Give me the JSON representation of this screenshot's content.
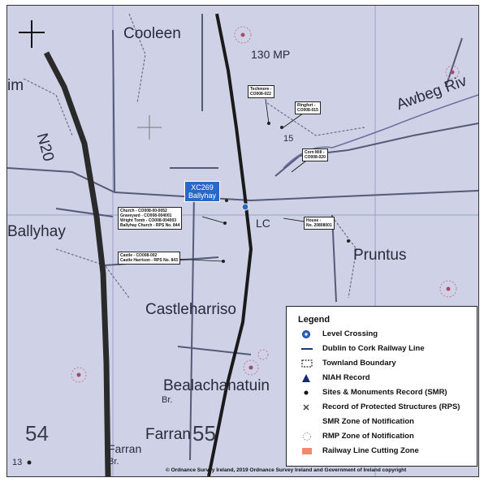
{
  "places": {
    "cooleen": "Cooleen",
    "mp130": "130 MP",
    "awbeg": "Awbeg Riv",
    "im": "im",
    "n20": "N20",
    "ballyhay": "Ballyhay",
    "pruntus": "Pruntus",
    "castleharrison": "Castleharriso",
    "bealachanatuin": "Bealachanatuin",
    "br1": "Br.",
    "farran1": "Farran",
    "farran2": "Farran",
    "br2": "Br.",
    "n15": "15",
    "n13": "13",
    "n54": "54",
    "n55": "55",
    "lc": "LC"
  },
  "crossing_badge": {
    "line1": "XC269",
    "line2": "Ballyhay"
  },
  "site_labels": {
    "techmore": [
      "Techmore -",
      "CO008-022"
    ],
    "ringfort1": [
      "Ringfort -",
      "CO008-015"
    ],
    "corn_mill": [
      "Corn Mill -",
      "CO008-020"
    ],
    "church": [
      "Church - CO008-00-0052",
      "Graveyard - CO008-004001",
      "Wright Tomb - CO008-004003",
      "Ballyhay Church - RPS No. 844"
    ],
    "house": [
      "House -",
      "No. 20808001"
    ],
    "castle": [
      "Castle - CO008-002",
      "Castle Harrison - RPS No. 843"
    ]
  },
  "legend": {
    "title": "Legend",
    "items": [
      {
        "icon": "level-crossing",
        "label": "Level Crossing"
      },
      {
        "icon": "railway-line",
        "label": "Dublin to Cork Railway Line"
      },
      {
        "icon": "townland-boundary",
        "label": "Townland Boundary"
      },
      {
        "icon": "niah-record",
        "label": "NIAH Record"
      },
      {
        "icon": "smr-site",
        "label": "Sites & Monuments Record (SMR)"
      },
      {
        "icon": "rps-structure",
        "label": "Record of Protected Structures (RPS)"
      },
      {
        "icon": "smr-zone",
        "label": "SMR Zone of Notification"
      },
      {
        "icon": "rmp-zone",
        "label": "RMP Zone of Notification"
      },
      {
        "icon": "cutting-zone",
        "label": "Railway Line Cutting Zone"
      }
    ]
  },
  "copyright": "© Ordnance Survey Ireland, 2019 Ordnance Survey Ireland and Government of Ireland copyright",
  "colors": {
    "map_bg": "#cfd2e6",
    "road": "#333333",
    "badge": "#2a68c8",
    "cutting": "#f08a70"
  }
}
